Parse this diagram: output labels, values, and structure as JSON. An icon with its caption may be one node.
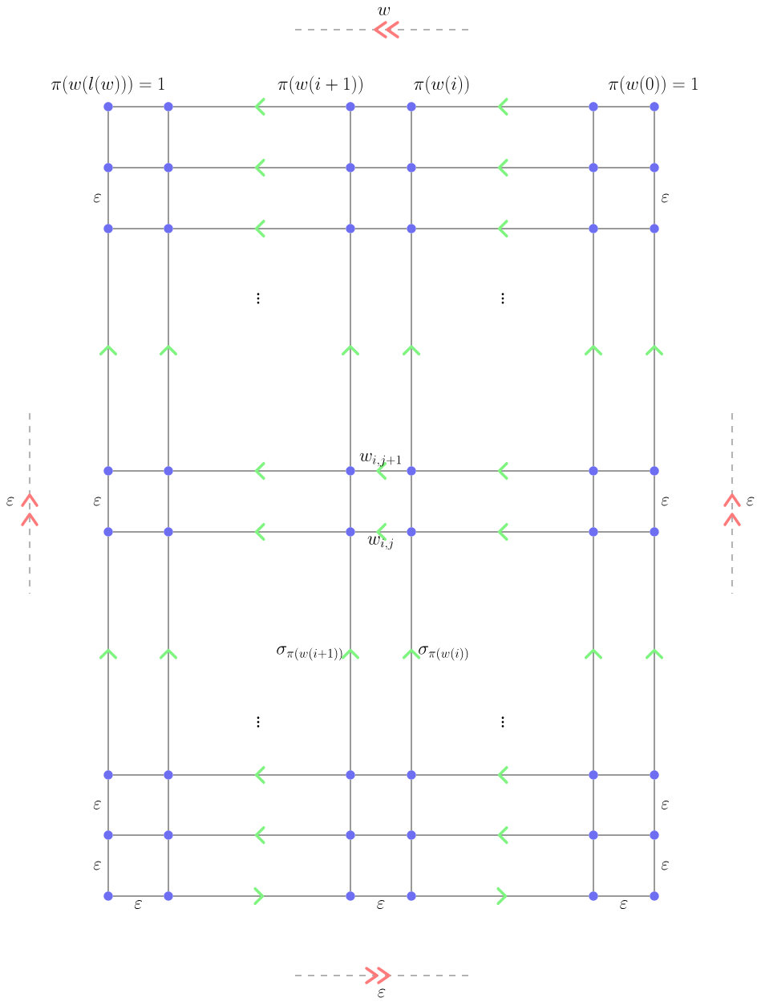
{
  "diagram": {
    "nodes": [
      {
        "text": [],
        "shape": "circle"
      },
      {
        "text": [],
        "shape": "circle"
      },
      {
        "text": [],
        "shape": "circle"
      },
      {
        "text": [],
        "shape": "circle"
      },
      {
        "text": [],
        "shape": "circle"
      },
      {
        "text": [],
        "shape": "circle"
      },
      {
        "text": [],
        "shape": "circle"
      },
      {
        "text": [],
        "shape": "circle"
      },
      {
        "text": [],
        "shape": "circle"
      },
      {
        "text": [],
        "shape": "circle"
      },
      {
        "text": [],
        "shape": "circle"
      },
      {
        "text": [],
        "shape": "circle"
      },
      {
        "text": [],
        "shape": "circle"
      },
      {
        "text": [],
        "shape": "circle"
      },
      {
        "text": [],
        "shape": "circle"
      },
      {
        "text": [],
        "shape": "circle"
      },
      {
        "text": [],
        "shape": "circle"
      },
      {
        "text": [],
        "shape": "circle"
      },
      {
        "text": [],
        "shape": "circle"
      },
      {
        "text": [],
        "shape": "circle"
      },
      {
        "text": [],
        "shape": "circle"
      },
      {
        "text": [],
        "shape": "circle"
      },
      {
        "text": [],
        "shape": "circle"
      },
      {
        "text": [],
        "shape": "circle"
      },
      {
        "text": [],
        "shape": "circle"
      },
      {
        "text": [],
        "shape": "circle"
      },
      {
        "text": [],
        "shape": "circle"
      },
      {
        "text": [],
        "shape": "circle"
      },
      {
        "text": [],
        "shape": "circle"
      },
      {
        "text": [],
        "shape": "circle"
      },
      {
        "text": [],
        "shape": "circle"
      },
      {
        "text": [],
        "shape": "circle"
      },
      {
        "text": [],
        "shape": "circle"
      },
      {
        "text": [],
        "shape": "circle"
      },
      {
        "text": [],
        "shape": "circle"
      },
      {
        "text": [],
        "shape": "circle"
      },
      {
        "text": [],
        "shape": "circle"
      },
      {
        "text": [],
        "shape": "circle"
      },
      {
        "text": [],
        "shape": "circle"
      },
      {
        "text": [],
        "shape": "circle"
      },
      {
        "text": [],
        "shape": "circle"
      },
      {
        "text": [],
        "shape": "circle"
      },
      {
        "text": [],
        "shape": "circle"
      },
      {
        "text": [],
        "shape": "circle"
      },
      {
        "text": [],
        "shape": "circle"
      },
      {
        "text": [],
        "shape": "circle"
      },
      {
        "text": [],
        "shape": "circle"
      },
      {
        "text": [],
        "shape": "circle"
      }
    ],
    "edges": [
      {
        "from": 0,
        "to": 1,
        "arrow": "none"
      },
      {
        "from": 2,
        "to": 1,
        "arrow": "to"
      },
      {
        "from": 2,
        "to": 3,
        "arrow": "none"
      },
      {
        "from": 4,
        "to": 3,
        "arrow": "to"
      },
      {
        "from": 4,
        "to": 5,
        "arrow": "none"
      },
      {
        "from": 6,
        "to": 7,
        "arrow": "none"
      },
      {
        "from": 8,
        "to": 7,
        "arrow": "to"
      },
      {
        "from": 8,
        "to": 9,
        "arrow": "none"
      },
      {
        "from": 10,
        "to": 9,
        "arrow": "to"
      },
      {
        "from": 10,
        "to": 11,
        "arrow": "none"
      },
      {
        "from": 12,
        "to": 13,
        "arrow": "none"
      },
      {
        "from": 14,
        "to": 13,
        "arrow": "to"
      },
      {
        "from": 14,
        "to": 15,
        "arrow": "none"
      },
      {
        "from": 16,
        "to": 15,
        "arrow": "to"
      },
      {
        "from": 16,
        "to": 17,
        "arrow": "none"
      },
      {
        "from": 18,
        "to": 19,
        "arrow": "none"
      },
      {
        "from": 20,
        "to": 19,
        "arrow": "to"
      },
      {
        "from": 21,
        "to": 20,
        "arrow": "to",
        "label": "w_{i,j+1}"
      },
      {
        "from": 22,
        "to": 21,
        "arrow": "to"
      },
      {
        "from": 22,
        "to": 23,
        "arrow": "none"
      },
      {
        "from": 24,
        "to": 25,
        "arrow": "none"
      },
      {
        "from": 26,
        "to": 25,
        "arrow": "to"
      },
      {
        "from": 27,
        "to": 26,
        "arrow": "to",
        "label": "w_{i,j}"
      },
      {
        "from": 28,
        "to": 27,
        "arrow": "to"
      },
      {
        "from": 28,
        "to": 29,
        "arrow": "none"
      },
      {
        "from": 30,
        "to": 31,
        "arrow": "none"
      },
      {
        "from": 32,
        "to": 31,
        "arrow": "to"
      },
      {
        "from": 32,
        "to": 33,
        "arrow": "none"
      },
      {
        "from": 34,
        "to": 33,
        "arrow": "to"
      },
      {
        "from": 34,
        "to": 35,
        "arrow": "none"
      },
      {
        "from": 36,
        "to": 37,
        "arrow": "none"
      },
      {
        "from": 38,
        "to": 37,
        "arrow": "to"
      },
      {
        "from": 38,
        "to": 39,
        "arrow": "none"
      },
      {
        "from": 40,
        "to": 39,
        "arrow": "to"
      },
      {
        "from": 40,
        "to": 41,
        "arrow": "none"
      },
      {
        "from": 42,
        "to": 43,
        "arrow": "none",
        "label": "\\varepsilon"
      },
      {
        "from": 43,
        "to": 44,
        "arrow": "to"
      },
      {
        "from": 44,
        "to": 45,
        "arrow": "none",
        "label": "\\varepsilon"
      },
      {
        "from": 45,
        "to": 46,
        "arrow": "to"
      },
      {
        "from": 46,
        "to": 47,
        "arrow": "none",
        "label": "\\varepsilon"
      },
      {
        "from": 0,
        "to": 6,
        "arrow": "none"
      },
      {
        "from": 6,
        "to": 12,
        "arrow": "none",
        "label": "\\varepsilon"
      },
      {
        "from": 18,
        "to": 12,
        "arrow": "to"
      },
      {
        "from": 18,
        "to": 24,
        "arrow": "none",
        "label": "\\varepsilon"
      },
      {
        "from": 30,
        "to": 24,
        "arrow": "to"
      },
      {
        "from": 30,
        "to": 36,
        "arrow": "none",
        "label": "\\varepsilon"
      },
      {
        "from": 36,
        "to": 42,
        "arrow": "none",
        "label": "\\varepsilon"
      },
      {
        "from": 1,
        "to": 7,
        "arrow": "none"
      },
      {
        "from": 7,
        "to": 13,
        "arrow": "none"
      },
      {
        "from": 19,
        "to": 13,
        "arrow": "to"
      },
      {
        "from": 19,
        "to": 25,
        "arrow": "none"
      },
      {
        "from": 31,
        "to": 25,
        "arrow": "to"
      },
      {
        "from": 31,
        "to": 37,
        "arrow": "none"
      },
      {
        "from": 37,
        "to": 43,
        "arrow": "none"
      },
      {
        "from": 2,
        "to": 8,
        "arrow": "none"
      },
      {
        "from": 8,
        "to": 14,
        "arrow": "none"
      },
      {
        "from": 20,
        "to": 14,
        "arrow": "to"
      },
      {
        "from": 20,
        "to": 26,
        "arrow": "none"
      },
      {
        "from": 32,
        "to": 26,
        "arrow": "to",
        "label": "\\sigma_{\\pi(w(i+1))}"
      },
      {
        "from": 32,
        "to": 38,
        "arrow": "none"
      },
      {
        "from": 38,
        "to": 44,
        "arrow": "none"
      },
      {
        "from": 3,
        "to": 9,
        "arrow": "none"
      },
      {
        "from": 9,
        "to": 15,
        "arrow": "none"
      },
      {
        "from": 21,
        "to": 15,
        "arrow": "to"
      },
      {
        "from": 21,
        "to": 27,
        "arrow": "none"
      },
      {
        "from": 33,
        "to": 27,
        "arrow": "to",
        "label": "\\sigma_{\\pi(w(i))}"
      },
      {
        "from": 33,
        "to": 39,
        "arrow": "none"
      },
      {
        "from": 39,
        "to": 45,
        "arrow": "none"
      },
      {
        "from": 4,
        "to": 10,
        "arrow": "none"
      },
      {
        "from": 10,
        "to": 16,
        "arrow": "none"
      },
      {
        "from": 22,
        "to": 16,
        "arrow": "to"
      },
      {
        "from": 22,
        "to": 28,
        "arrow": "none"
      },
      {
        "from": 34,
        "to": 28,
        "arrow": "to"
      },
      {
        "from": 34,
        "to": 40,
        "arrow": "none"
      },
      {
        "from": 40,
        "to": 46,
        "arrow": "none"
      },
      {
        "from": 5,
        "to": 11,
        "arrow": "none"
      },
      {
        "from": 11,
        "to": 17,
        "arrow": "none",
        "label": "\\varepsilon"
      },
      {
        "from": 23,
        "to": 17,
        "arrow": "to"
      },
      {
        "from": 23,
        "to": 29,
        "arrow": "none",
        "label": "\\varepsilon"
      },
      {
        "from": 35,
        "to": 29,
        "arrow": "to"
      },
      {
        "from": 35,
        "to": 41,
        "arrow": "none",
        "label": "\\varepsilon"
      },
      {
        "from": 41,
        "to": 47,
        "arrow": "none",
        "label": "\\varepsilon"
      }
    ],
    "labels": [
      "w",
      "\\pi(w(l(w)))=1",
      "\\pi(w(i+1))",
      "\\pi(w(i))",
      "\\pi(w(0))=1",
      "\\vdots",
      "\\vdots",
      "\\varepsilon",
      "\\varepsilon",
      "\\vdots",
      "\\vdots",
      "\\varepsilon"
    ]
  }
}
